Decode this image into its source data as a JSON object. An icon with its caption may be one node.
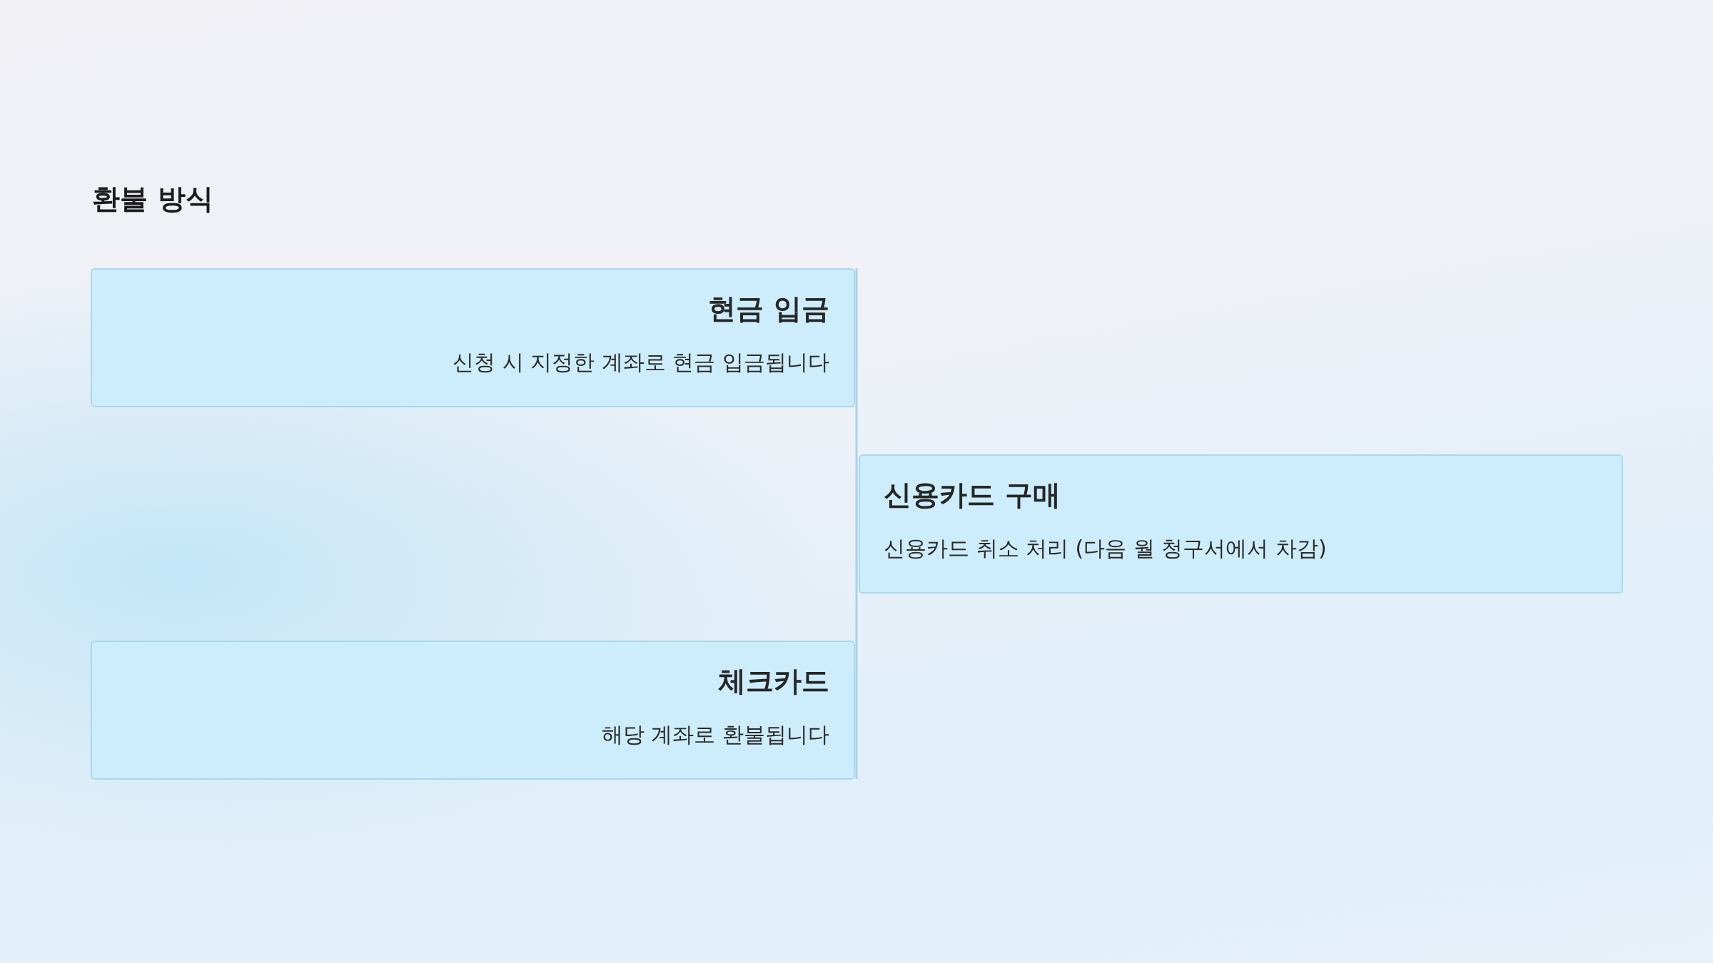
{
  "diagram": {
    "title": "환불 방식",
    "nodes": [
      {
        "text": [
          "현금 입금",
          "신청 시 지정한 계좌로 현금 입금됩니다"
        ]
      },
      {
        "text": [
          "신용카드 구매",
          "신용카드 취소 처리 (다음 월 청구서에서 차감)"
        ]
      },
      {
        "text": [
          "체크카드",
          "해당 계좌로 환불됩니다"
        ]
      }
    ]
  }
}
